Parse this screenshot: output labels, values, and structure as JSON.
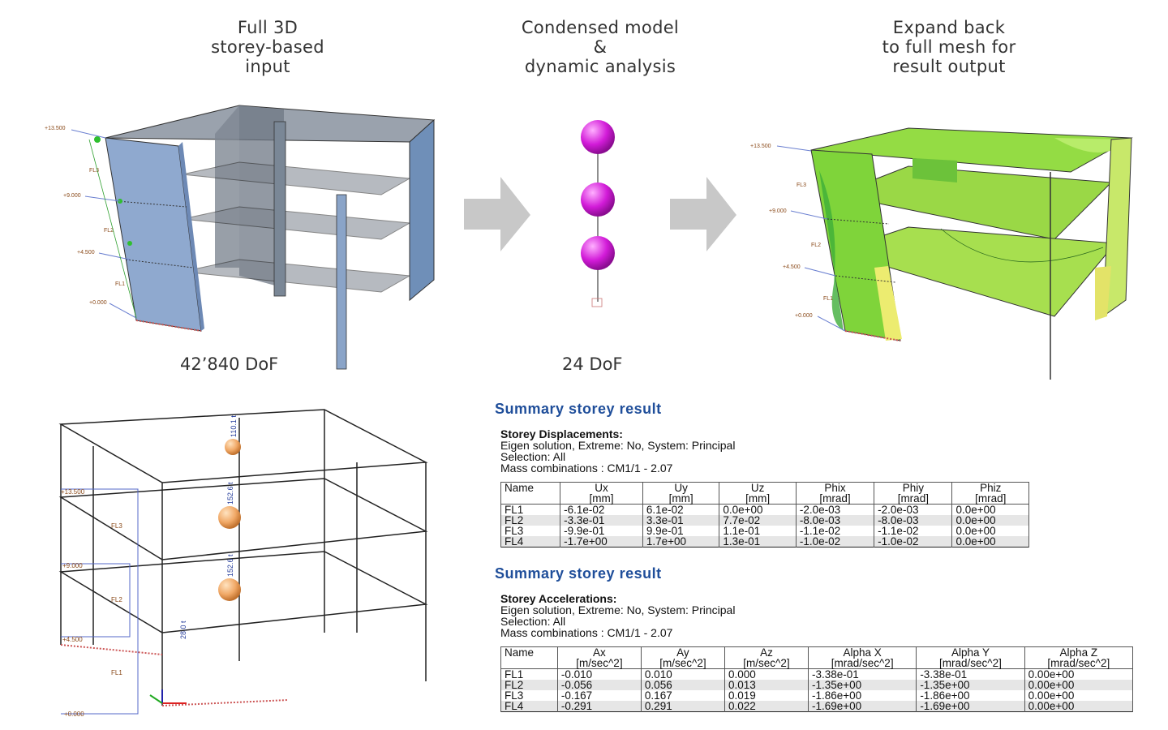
{
  "captions": {
    "input": [
      "Full 3D",
      "storey-based",
      "input"
    ],
    "condensed": [
      "Condensed model",
      "&",
      "dynamic analysis"
    ],
    "expand": [
      "Expand back",
      "to full mesh for",
      "result output"
    ]
  },
  "dof": {
    "full": "42’840 DoF",
    "condensed": "24 DoF"
  },
  "levels": {
    "elevations": [
      "+13.500",
      "+9.000",
      "+4.500",
      "+0.000"
    ],
    "floors": [
      "FL3",
      "FL2",
      "FL1"
    ]
  },
  "wire_labels": {
    "top": "110.1 t",
    "mid": "152.6 t",
    "low": "152.6 t",
    "base": "28.0 t"
  },
  "colors": {
    "mass_node": "#d21bd8",
    "result_green": "#7fd43a",
    "title_blue": "#1f4e9a",
    "arrow_grey": "#c8c8c8"
  },
  "displacements": {
    "title": "Summary storey result",
    "heading": "Storey Displacements:",
    "lines": [
      "Eigen solution, Extreme: No, System: Principal",
      "Selection: All",
      "Mass combinations : CM1/1 - 2.07"
    ],
    "columns": [
      {
        "name": "Name",
        "unit": ""
      },
      {
        "name": "Ux",
        "unit": "[mm]"
      },
      {
        "name": "Uy",
        "unit": "[mm]"
      },
      {
        "name": "Uz",
        "unit": "[mm]"
      },
      {
        "name": "Phix",
        "unit": "[mrad]"
      },
      {
        "name": "Phiy",
        "unit": "[mrad]"
      },
      {
        "name": "Phiz",
        "unit": "[mrad]"
      }
    ],
    "rows": [
      [
        "FL1",
        "-6.1e-02",
        "6.1e-02",
        "0.0e+00",
        "-2.0e-03",
        "-2.0e-03",
        "0.0e+00"
      ],
      [
        "FL2",
        "-3.3e-01",
        "3.3e-01",
        "7.7e-02",
        "-8.0e-03",
        "-8.0e-03",
        "0.0e+00"
      ],
      [
        "FL3",
        "-9.9e-01",
        "9.9e-01",
        "1.1e-01",
        "-1.1e-02",
        "-1.1e-02",
        "0.0e+00"
      ],
      [
        "FL4",
        "-1.7e+00",
        "1.7e+00",
        "1.3e-01",
        "-1.0e-02",
        "-1.0e-02",
        "0.0e+00"
      ]
    ]
  },
  "accelerations": {
    "title": "Summary storey result",
    "heading": "Storey Accelerations:",
    "lines": [
      "Eigen solution, Extreme: No, System: Principal",
      "Selection: All",
      "Mass combinations : CM1/1 - 2.07"
    ],
    "columns": [
      {
        "name": "Name",
        "unit": ""
      },
      {
        "name": "Ax",
        "unit": "[m/sec^2]"
      },
      {
        "name": "Ay",
        "unit": "[m/sec^2]"
      },
      {
        "name": "Az",
        "unit": "[m/sec^2]"
      },
      {
        "name": "Alpha X",
        "unit": "[mrad/sec^2]"
      },
      {
        "name": "Alpha Y",
        "unit": "[mrad/sec^2]"
      },
      {
        "name": "Alpha Z",
        "unit": "[mrad/sec^2]"
      }
    ],
    "rows": [
      [
        "FL1",
        "-0.010",
        "0.010",
        "0.000",
        "-3.38e-01",
        "-3.38e-01",
        "0.00e+00"
      ],
      [
        "FL2",
        "-0.056",
        "0.056",
        "0.013",
        "-1.35e+00",
        "-1.35e+00",
        "0.00e+00"
      ],
      [
        "FL3",
        "-0.167",
        "0.167",
        "0.019",
        "-1.86e+00",
        "-1.86e+00",
        "0.00e+00"
      ],
      [
        "FL4",
        "-0.291",
        "0.291",
        "0.022",
        "-1.69e+00",
        "-1.69e+00",
        "0.00e+00"
      ]
    ]
  }
}
